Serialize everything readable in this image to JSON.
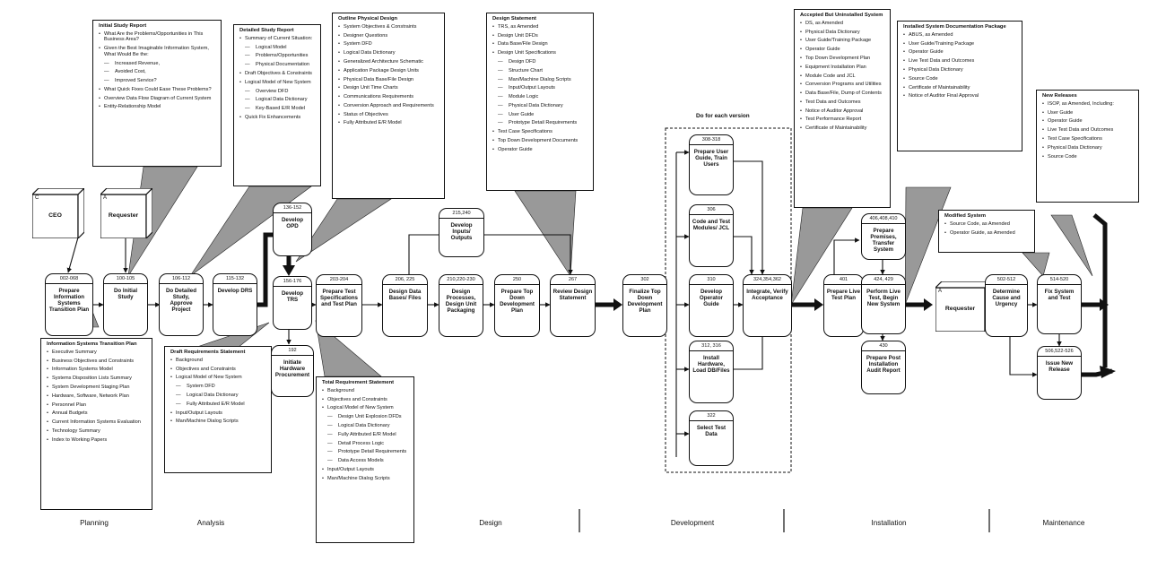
{
  "docs": {
    "initial_study": {
      "title": "Initial Study Report",
      "items": [
        {
          "t": "What Are the Problems/Opportunities in This Business Area?",
          "sub": false
        },
        {
          "t": "Given the Best Imaginable Information System, What Would Be the:",
          "sub": false
        },
        {
          "t": "Increased Revenue,",
          "sub": true
        },
        {
          "t": "Avoided Cost,",
          "sub": true
        },
        {
          "t": "Improved Service?",
          "sub": true
        },
        {
          "t": "What Quick Fixes Could Ease These Problems?",
          "sub": false
        },
        {
          "t": "Overview Data Flow Diagram of Current System",
          "sub": false
        },
        {
          "t": "Entity-Relationship Model",
          "sub": false
        }
      ]
    },
    "detailed_study": {
      "title": "Detailed Study Report",
      "items": [
        {
          "t": "Summary of Current Situation:",
          "sub": false
        },
        {
          "t": "Logical Model",
          "sub": true
        },
        {
          "t": "Problems/Opportunities",
          "sub": true
        },
        {
          "t": "Physical Documentation",
          "sub": true
        },
        {
          "t": "Draft Objectives & Constraints",
          "sub": false
        },
        {
          "t": "Logical Model of New System",
          "sub": false
        },
        {
          "t": "Overview DFD",
          "sub": true
        },
        {
          "t": "Logical Data Dictionary",
          "sub": true
        },
        {
          "t": "Key-Based E/R Model",
          "sub": true
        },
        {
          "t": "Quick Fix Enhancements",
          "sub": false
        }
      ]
    },
    "outline_physical": {
      "title": "Outline Physical Design",
      "items": [
        {
          "t": "System Objectives & Constraints",
          "sub": false
        },
        {
          "t": "Designer Questions",
          "sub": false
        },
        {
          "t": "System DFD",
          "sub": false
        },
        {
          "t": "Logical Data Dictionary",
          "sub": false
        },
        {
          "t": "Generalized Architecture Schematic",
          "sub": false
        },
        {
          "t": "Application Package Design Units",
          "sub": false
        },
        {
          "t": "Physical Data Base/File Design",
          "sub": false
        },
        {
          "t": "Design Unit Time Charts",
          "sub": false
        },
        {
          "t": "Communications Requirements",
          "sub": false
        },
        {
          "t": "Conversion Approach and Requirements",
          "sub": false
        },
        {
          "t": "Status of Objectives",
          "sub": false
        },
        {
          "t": "Fully Attributed E/R Model",
          "sub": false
        }
      ]
    },
    "design_statement": {
      "title": "Design Statement",
      "items": [
        {
          "t": "TRS, as Amended",
          "sub": false
        },
        {
          "t": "Design Unit DFDs",
          "sub": false
        },
        {
          "t": "Data Base/File Design",
          "sub": false
        },
        {
          "t": "Design Unit Specifications",
          "sub": false
        },
        {
          "t": "Design DFD",
          "sub": true
        },
        {
          "t": "Structure Chart",
          "sub": true
        },
        {
          "t": "Man/Machine Dialog Scripts",
          "sub": true
        },
        {
          "t": "Input/Output Layouts",
          "sub": true
        },
        {
          "t": "Module Logic",
          "sub": true
        },
        {
          "t": "Physical Data Dictionary",
          "sub": true
        },
        {
          "t": "User Guide",
          "sub": true
        },
        {
          "t": "Prototype Detail Requirements",
          "sub": true
        },
        {
          "t": "Test Case Specifications",
          "sub": false
        },
        {
          "t": "Top Down Development Documents",
          "sub": false
        },
        {
          "t": "Operator Guide",
          "sub": false
        }
      ]
    },
    "accepted": {
      "title": "Accepted But Uninstalled System",
      "items": [
        {
          "t": "DS, as Amended",
          "sub": false
        },
        {
          "t": "Physical Data Dictionary",
          "sub": false
        },
        {
          "t": "User Guide/Training Package",
          "sub": false
        },
        {
          "t": "Operator Guide",
          "sub": false
        },
        {
          "t": "Top Down Development Plan",
          "sub": false
        },
        {
          "t": "Equipment Installation Plan",
          "sub": false
        },
        {
          "t": "Module Code and JCL",
          "sub": false
        },
        {
          "t": "Conversion Programs and Utilities",
          "sub": false
        },
        {
          "t": "Data Base/File, Dump of Contents",
          "sub": false
        },
        {
          "t": "Test Data and Outcomes",
          "sub": false
        },
        {
          "t": "Notice of Auditor Approval",
          "sub": false
        },
        {
          "t": "Test Performance Report",
          "sub": false
        },
        {
          "t": "Certificate of Maintainability",
          "sub": false
        }
      ]
    },
    "installed_doc": {
      "title": "Installed System Documentation Package",
      "items": [
        {
          "t": "ABUS, as Amended",
          "sub": false
        },
        {
          "t": "User Guide/Training Package",
          "sub": false
        },
        {
          "t": "Operator Guide",
          "sub": false
        },
        {
          "t": "Live Test Data and Outcomes",
          "sub": false
        },
        {
          "t": "Physical Data Dictionary",
          "sub": false
        },
        {
          "t": "Source Code",
          "sub": false
        },
        {
          "t": "Certificate of Maintainability",
          "sub": false
        },
        {
          "t": "Notice of Auditor Final Approval",
          "sub": false
        }
      ]
    },
    "new_releases": {
      "title": "New Releases",
      "items": [
        {
          "t": "ISOP, as Amended, Including:",
          "sub": false
        },
        {
          "t": "User Guide",
          "sub": false
        },
        {
          "t": "Operator Guide",
          "sub": false
        },
        {
          "t": "Live Test Data and Outcomes",
          "sub": false
        },
        {
          "t": "Test Case Specifications",
          "sub": false
        },
        {
          "t": "Physical Data Dictionary",
          "sub": false
        },
        {
          "t": "Source Code",
          "sub": false
        }
      ]
    },
    "modified": {
      "title": "Modified System",
      "items": [
        {
          "t": "Source Code, as Amended",
          "sub": false
        },
        {
          "t": "Operator Guide, as Amended",
          "sub": false
        }
      ]
    },
    "istp": {
      "title": "Information Systems Transition Plan",
      "items": [
        {
          "t": "Executive Summary",
          "sub": false
        },
        {
          "t": "Business Objectives and Constraints",
          "sub": false
        },
        {
          "t": "Information Systems Model",
          "sub": false
        },
        {
          "t": "Systems Disposition Lists Summary",
          "sub": false
        },
        {
          "t": "System Development Staging Plan",
          "sub": false
        },
        {
          "t": "Hardware, Software, Network Plan",
          "sub": false
        },
        {
          "t": "Personnel Plan",
          "sub": false
        },
        {
          "t": "Annual Budgets",
          "sub": false
        },
        {
          "t": "Current Information Systems Evaluation",
          "sub": false
        },
        {
          "t": "Technology Summary",
          "sub": false
        },
        {
          "t": "Index to Working Papers",
          "sub": false
        }
      ]
    },
    "draft_req": {
      "title": "Draft Requirements Statement",
      "items": [
        {
          "t": "Background",
          "sub": false
        },
        {
          "t": "Objectives and Constraints",
          "sub": false
        },
        {
          "t": "Logical Model of New System",
          "sub": false
        },
        {
          "t": "System DFD",
          "sub": true
        },
        {
          "t": "Logical Data Dictionary",
          "sub": true
        },
        {
          "t": "Fully Attributed E/R Model",
          "sub": true
        },
        {
          "t": "Input/Output Layouts",
          "sub": false
        },
        {
          "t": "Man/Machine Dialog Scripts",
          "sub": false
        }
      ]
    },
    "total_req": {
      "title": "Total Requirement Statement",
      "items": [
        {
          "t": "Background",
          "sub": false
        },
        {
          "t": "Objectives and Constraints",
          "sub": false
        },
        {
          "t": "Logical Model of New System",
          "sub": false
        },
        {
          "t": "Design Unit Explosion DFDs",
          "sub": true
        },
        {
          "t": "Logical Data Dictionary",
          "sub": true
        },
        {
          "t": "Fully Attributed E/R Model",
          "sub": true
        },
        {
          "t": "Detail Process Logic",
          "sub": true
        },
        {
          "t": "Prototype Detail Requirements",
          "sub": true
        },
        {
          "t": "Data Access Models",
          "sub": true
        },
        {
          "t": "Input/Output Layouts",
          "sub": false
        },
        {
          "t": "Man/Machine Dialog Scripts",
          "sub": false
        }
      ]
    }
  },
  "processes": [
    {
      "id": "002-068",
      "name": "Prepare Information Systems Transition Plan"
    },
    {
      "id": "100-105",
      "name": "Do Initial Study"
    },
    {
      "id": "106-112",
      "name": "Do Detailed Study, Approve Project"
    },
    {
      "id": "115-132",
      "name": "Develop DRS"
    },
    {
      "id": "136-152",
      "name": "Develop OPD"
    },
    {
      "id": "156-176",
      "name": "Develop TRS"
    },
    {
      "id": "192",
      "name": "Initiate Hardware Procurement"
    },
    {
      "id": "203-204",
      "name": "Prepare Test Specifications and Test Plan"
    },
    {
      "id": "206, 225",
      "name": "Design Data Bases/ Files"
    },
    {
      "id": "215,240",
      "name": "Develop Inputs/ Outputs"
    },
    {
      "id": "210,220-230",
      "name": "Design Processes, Design Unit Packaging"
    },
    {
      "id": "250",
      "name": "Prepare Top Down Development Plan"
    },
    {
      "id": "267",
      "name": "Review Design Statement"
    },
    {
      "id": "302",
      "name": "Finalize Top Down Development Plan"
    },
    {
      "id": "308-318",
      "name": "Prepare User Guide, Train Users"
    },
    {
      "id": "306",
      "name": "Code and Test Modules/ JCL"
    },
    {
      "id": "310",
      "name": "Develop Operator Guide"
    },
    {
      "id": "312, 316",
      "name": "Install Hardware, Load DB/Files"
    },
    {
      "id": "322",
      "name": "Select Test Data"
    },
    {
      "id": "324,354,362",
      "name": "Integrate, Verify Acceptance"
    },
    {
      "id": "401",
      "name": "Prepare Live Test Plan"
    },
    {
      "id": "406,408,410",
      "name": "Prepare Premises, Transfer System"
    },
    {
      "id": "424, 429",
      "name": "Perform Live Test, Begin New System"
    },
    {
      "id": "430",
      "name": "Prepare Post Installation Audit Report"
    },
    {
      "id": "502-512",
      "name": "Determine Cause and Urgency"
    },
    {
      "id": "514-520",
      "name": "Fix System and Test"
    },
    {
      "id": "506,522-526",
      "name": "Issue New Release"
    }
  ],
  "entities": {
    "ceo": {
      "tag": "C",
      "name": "CEO"
    },
    "requester1": {
      "tag": "A",
      "name": "Requester"
    },
    "requester2": {
      "tag": "A",
      "name": "Requester"
    }
  },
  "loop_label": "Do for each version",
  "phases": [
    "Planning",
    "Analysis",
    "Design",
    "Development",
    "Installation",
    "Maintenance"
  ]
}
